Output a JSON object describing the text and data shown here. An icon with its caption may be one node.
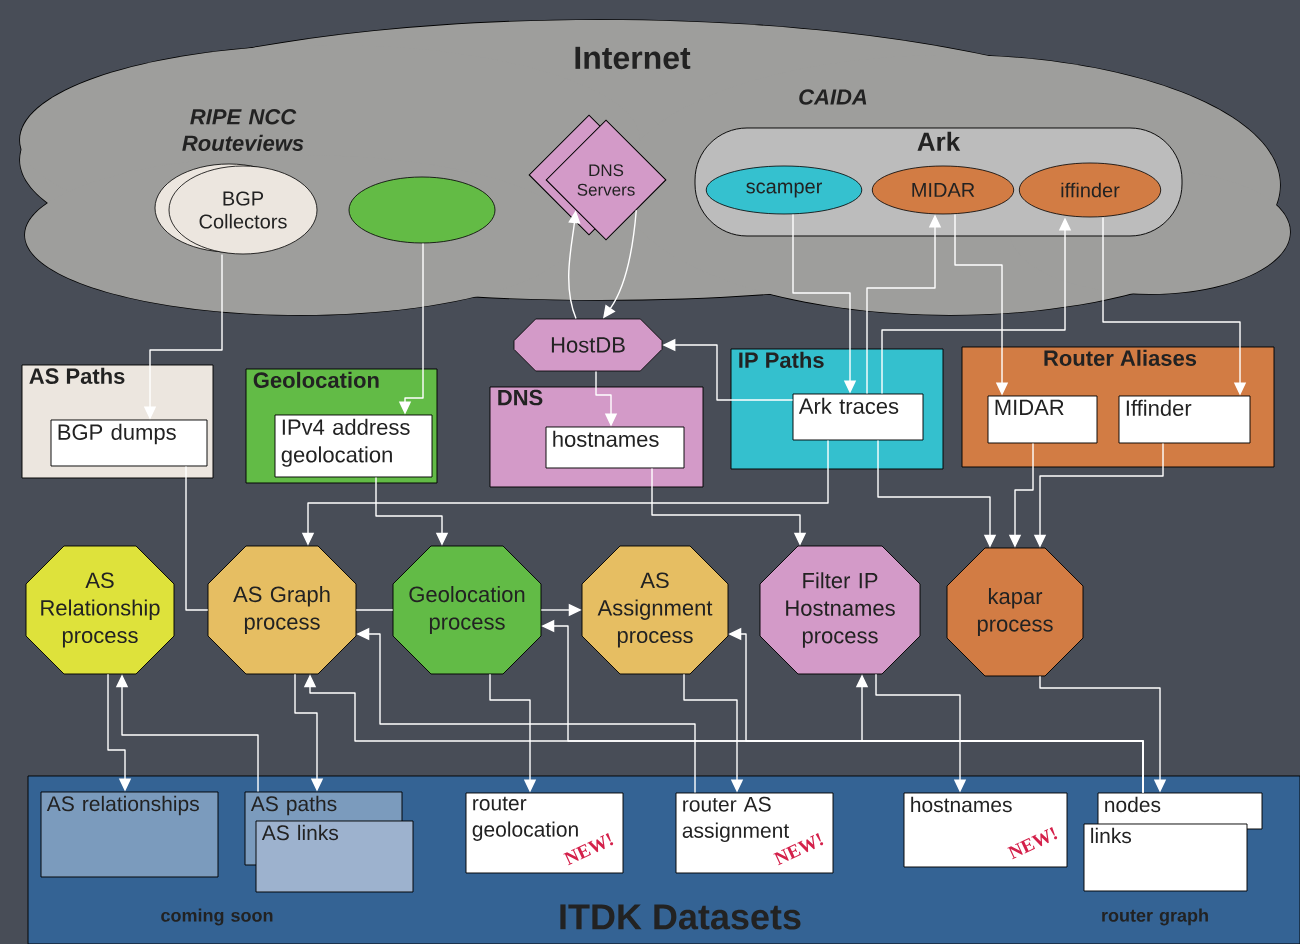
{
  "diagram": {
    "nodes": [
      {
        "text": [
          "Internet"
        ]
      },
      {
        "text": [
          "BGP Collectors"
        ],
        "in": 0
      },
      {
        "text": [],
        "shape": "ellipse",
        "in": 0
      },
      {
        "text": [
          "DNS Servers"
        ],
        "in": 0
      },
      {
        "text": [
          "Ark"
        ],
        "in": 0
      },
      {
        "text": [
          "scamper"
        ],
        "in": 4
      },
      {
        "text": [
          "MIDAR"
        ],
        "in": 4
      },
      {
        "text": [
          "iffinder"
        ],
        "in": 4
      },
      {
        "text": [
          "HostDB"
        ]
      },
      {
        "text": [
          "AS Paths"
        ]
      },
      {
        "text": [
          "BGP dumps"
        ],
        "in": 9
      },
      {
        "text": [
          "Geolocation"
        ]
      },
      {
        "text": [
          "IPv4 address geolocation"
        ],
        "in": 11
      },
      {
        "text": [
          "DNS"
        ]
      },
      {
        "text": [
          "hostnames"
        ],
        "in": 13
      },
      {
        "text": [
          "IP Paths"
        ]
      },
      {
        "text": [
          "Ark traces"
        ],
        "in": 15
      },
      {
        "text": [
          "Router Aliases"
        ]
      },
      {
        "text": [
          "MIDAR"
        ],
        "in": 17
      },
      {
        "text": [
          "Iffinder"
        ],
        "in": 17
      },
      {
        "text": [
          "AS Relationship process"
        ]
      },
      {
        "text": [
          "AS Graph process"
        ]
      },
      {
        "text": [
          "Geolocation process"
        ]
      },
      {
        "text": [
          "AS Assignment process"
        ]
      },
      {
        "text": [
          "Filter IP Hostnames process"
        ]
      },
      {
        "text": [
          "kapar process"
        ]
      },
      {
        "text": [
          "ITDK Datasets"
        ]
      },
      {
        "text": [
          "AS relationships"
        ],
        "in": 26
      },
      {
        "text": [
          "AS paths"
        ],
        "in": 26
      },
      {
        "text": [
          "AS links"
        ],
        "in": 26
      },
      {
        "text": [
          "router geolocation",
          "NEW!"
        ],
        "in": 26
      },
      {
        "text": [
          "router AS assignment",
          "NEW!"
        ],
        "in": 26
      },
      {
        "text": [
          "hostnames",
          "NEW!"
        ],
        "in": 26
      },
      {
        "text": [
          "nodes"
        ],
        "in": 26
      },
      {
        "text": [
          "links"
        ],
        "in": 26
      }
    ],
    "edges": [
      {
        "from": 1,
        "to": 10,
        "arrow": "to"
      },
      {
        "from": 2,
        "to": 12,
        "arrow": "to"
      },
      {
        "from": 8,
        "to": 3,
        "arrow": "to"
      },
      {
        "from": 3,
        "to": 8,
        "arrow": "to"
      },
      {
        "from": 8,
        "to": 14,
        "arrow": "to"
      },
      {
        "from": 16,
        "to": 8,
        "arrow": "to"
      },
      {
        "from": 5,
        "to": 16,
        "arrow": "to"
      },
      {
        "from": 16,
        "to": 6,
        "arrow": "to"
      },
      {
        "from": 16,
        "to": 7,
        "arrow": "to"
      },
      {
        "from": 6,
        "to": 18,
        "arrow": "to"
      },
      {
        "from": 7,
        "to": 19,
        "arrow": "to"
      },
      {
        "from": 10,
        "to": 21,
        "arrow": "none"
      },
      {
        "from": 21,
        "to": 22,
        "arrow": "none"
      },
      {
        "from": 22,
        "to": 23,
        "arrow": "to"
      },
      {
        "from": 12,
        "to": 22,
        "arrow": "to"
      },
      {
        "from": 16,
        "to": 21,
        "arrow": "to"
      },
      {
        "from": 14,
        "to": 24,
        "arrow": "to"
      },
      {
        "from": 16,
        "to": 25,
        "arrow": "to"
      },
      {
        "from": 18,
        "to": 25,
        "arrow": "to"
      },
      {
        "from": 19,
        "to": 25,
        "arrow": "to"
      },
      {
        "from": 20,
        "to": 27,
        "arrow": "to"
      },
      {
        "from": 28,
        "to": 20,
        "arrow": "to"
      },
      {
        "from": 21,
        "to": 28,
        "arrow": "to"
      },
      {
        "from": 22,
        "to": 30,
        "arrow": "to"
      },
      {
        "from": 23,
        "to": 31,
        "arrow": "to"
      },
      {
        "from": 24,
        "to": 32,
        "arrow": "to"
      },
      {
        "from": 25,
        "to": 33,
        "arrow": "to"
      },
      {
        "from": 31,
        "to": 21,
        "arrow": "to"
      },
      {
        "from": 33,
        "to": 21,
        "arrow": "to"
      },
      {
        "from": 33,
        "to": 22,
        "arrow": "to"
      },
      {
        "from": 33,
        "to": 23,
        "arrow": "to"
      },
      {
        "from": 33,
        "to": 24,
        "arrow": "to"
      }
    ],
    "labels": [
      "RIPE NCC Routeviews",
      "CAIDA",
      "coming soon",
      "router graph"
    ]
  }
}
